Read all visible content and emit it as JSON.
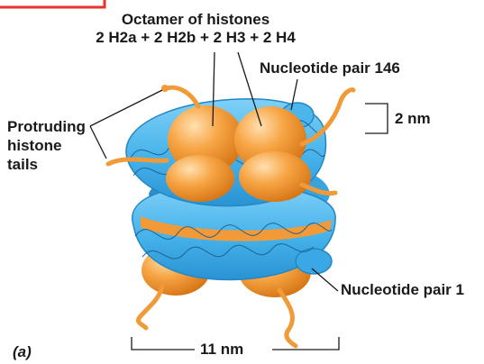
{
  "labels": {
    "octamer_line1": "Octamer of histones",
    "octamer_line2": "2 H2a + 2 H2b + 2 H3 + 2 H4",
    "nucleotide_146": "Nucleotide pair 146",
    "tails_line1": "Protruding",
    "tails_line2": "histone",
    "tails_line3": "tails",
    "two_nm": "2 nm",
    "nucleotide_1": "Nucleotide pair 1",
    "eleven_nm": "11 nm",
    "panel": "(a)"
  },
  "colors": {
    "dna_fill": "#4db8ee",
    "dna_dark": "#1f8ccc",
    "dna_strand": "#1b5d8c",
    "histone_fill": "#f5a041",
    "histone_light": "#ffd7a0",
    "histone_dark": "#d9791a",
    "border_red": "#e8322b"
  }
}
